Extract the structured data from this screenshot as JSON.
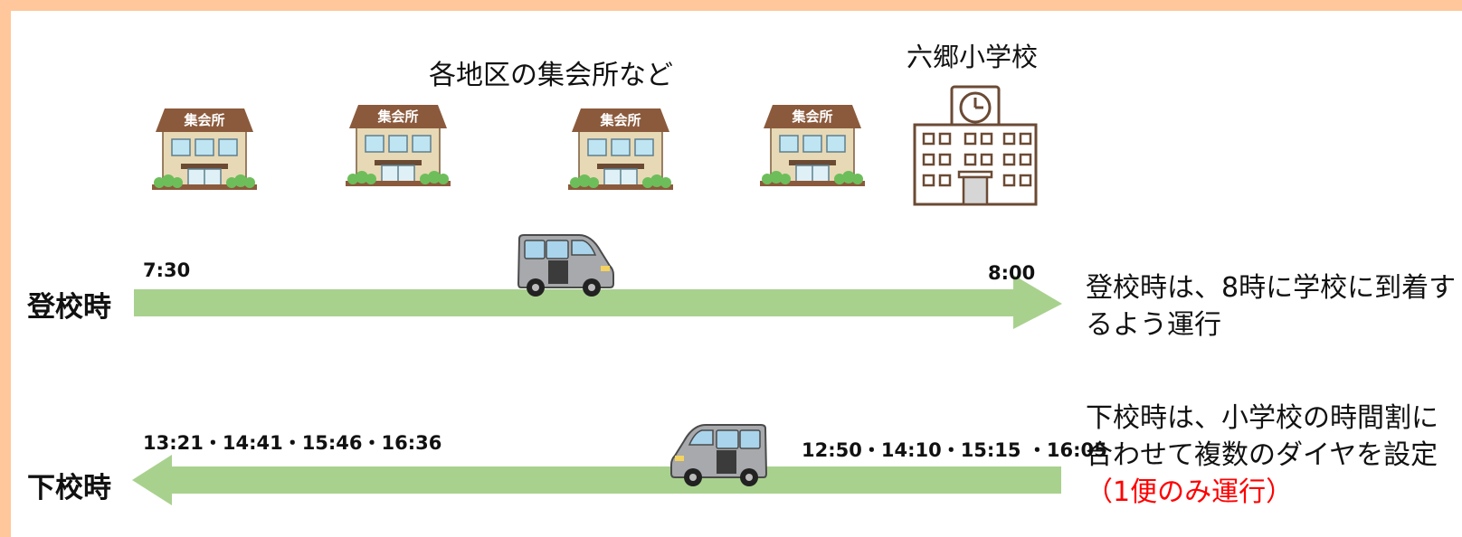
{
  "header": {
    "centers_label": "各地区の集会所など",
    "school_label": "六郷小学校",
    "center_sign": "集会所"
  },
  "departure": {
    "side_label": "登校時",
    "start_time": "7:30",
    "end_time": "8:00",
    "description_line1": "登校時は、8時に学校に到着す",
    "description_line2": "るよう運行"
  },
  "return": {
    "side_label": "下校時",
    "times_left": "13:21・14:41・15:46・16:36",
    "times_right": "12:50・14:10・15:15 ・16:05",
    "description_line1": "下校時は、小学校の時間割に",
    "description_line2": "合わせて複数のダイヤを設定",
    "description_note": "（1便のみ運行）"
  },
  "colors": {
    "border": "#FFC79B",
    "arrow": "#A9D18E",
    "roof": "#8B5A3C",
    "wall": "#E7D9B5",
    "window": "#BFE4F2",
    "bush": "#6DBE5A",
    "van": "#A7A9AC",
    "note_red": "#FF0000"
  }
}
